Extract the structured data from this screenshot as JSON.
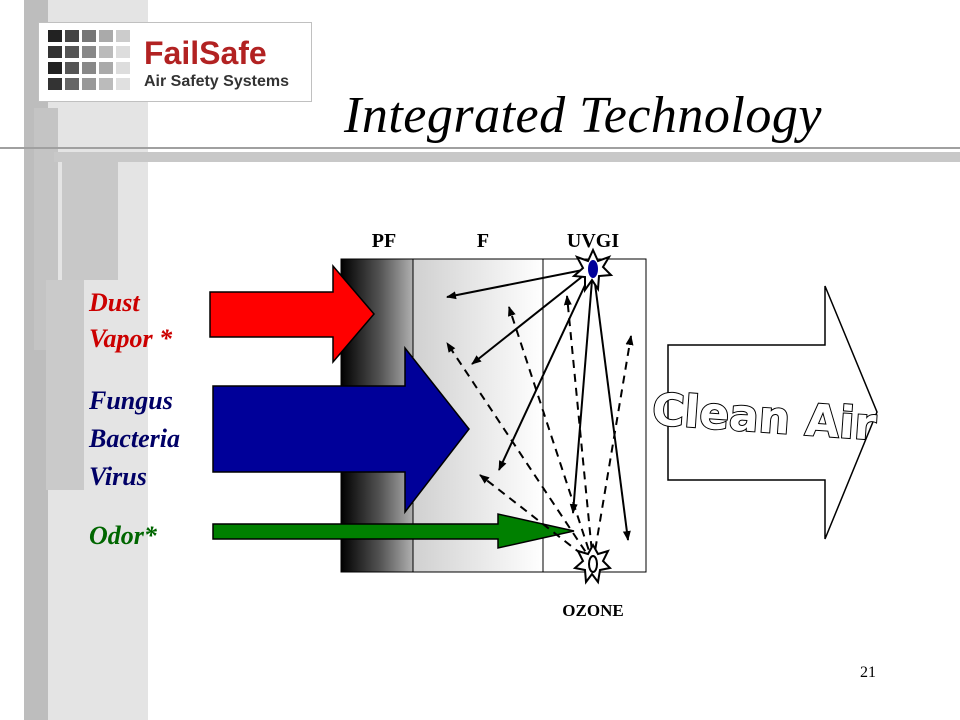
{
  "logo": {
    "brand": "FailSafe",
    "tagline": "Air Safety Systems"
  },
  "title": "Integrated Technology",
  "layers": {
    "pf": "PF",
    "f": "F",
    "uvgi": "UVGI"
  },
  "pollutants": {
    "dust": "Dust",
    "vapor": "Vapor *",
    "fungus": "Fungus",
    "bacteria": "Bacteria",
    "virus": "Virus",
    "odor": "Odor*"
  },
  "ozone_label": "OZONE",
  "output_label": "Clean Air",
  "page_number": "21",
  "colors": {
    "dust_arrow": "#ff0000",
    "dust_text": "#cc0000",
    "microbe_arrow": "#000099",
    "microbe_text": "#000066",
    "odor_arrow": "#008000",
    "odor_text": "#006600",
    "deco_bars": "#b8b8b8"
  }
}
